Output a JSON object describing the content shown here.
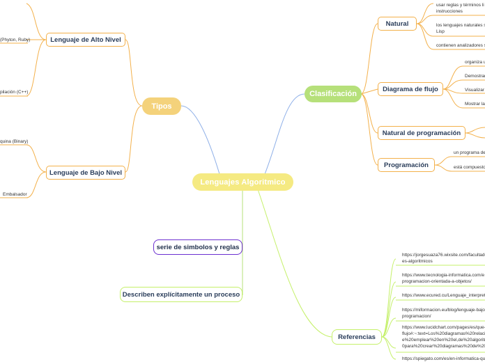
{
  "central": {
    "label": "Lenguajes Algoritmico"
  },
  "topics": {
    "tipos": "Tipos",
    "clasificacion": "Clasificación"
  },
  "tipos_children": {
    "alto_nivel": "Lenguaje de Alto Nivel",
    "bajo_nivel": "Lenguaje de Bajo Nivel"
  },
  "left_leaves": {
    "python_ruby": "(Phyton, Ruby)",
    "compilacion": "pilación (C++)",
    "maquina": "quina (Binary)",
    "ensamblador": "Embalsador"
  },
  "central_children": {
    "serie": "serie de simbolos y reglas",
    "describen": "Describen explícitamente un proceso"
  },
  "clas_children": {
    "natural": "Natural",
    "diagrama": "Diagrama de flujo",
    "natural_prog": "Natural de programación",
    "programacion": "Programación"
  },
  "natural_leaves": [
    "usar reglas y términos li",
    "instrucciones",
    " los lenguajes naturales s",
    "Lisp",
    "contienen analizadores s"
  ],
  "diagrama_leaves": [
    "organiza u",
    "Demostrar",
    "Visualizar l",
    "Mostrar la"
  ],
  "programacion_leaves": [
    "un programa de",
    "está compuesto"
  ],
  "referencias": {
    "label": "Referencias",
    "links": [
      "https://jorgesuaza76.wixsite.com/facultado",
      "es-algoritmicos",
      "https://www.tecnologia-informatica.com/e",
      "programacion-orientada-a-objetos/",
      "https://www.ecured.cu/Lenguaje_interpreta",
      "https://miformacion.eu/blog/lenguaje-bajo-",
      "programacion/",
      "https://www.lucidchart.com/pages/es/que-",
      "flujo#:~:text=Los%20diagramas%20relacio",
      "e%20emplear%20en%20el,de%20algoritm",
      "0para%20crear%20diagramas%20de%20f",
      "https://spiegato.com/es/en-informatica-que"
    ]
  },
  "colors": {
    "central_fill": "#f5ea82",
    "tipos_fill": "#f4d27b",
    "clasificacion_fill": "#b6e07a",
    "orange_line": "#f3b04a",
    "green_line": "#b6e07a",
    "blue_line": "#8fb0e8",
    "purple_border": "#6b2fd0",
    "lime_border": "#c5f06a"
  }
}
